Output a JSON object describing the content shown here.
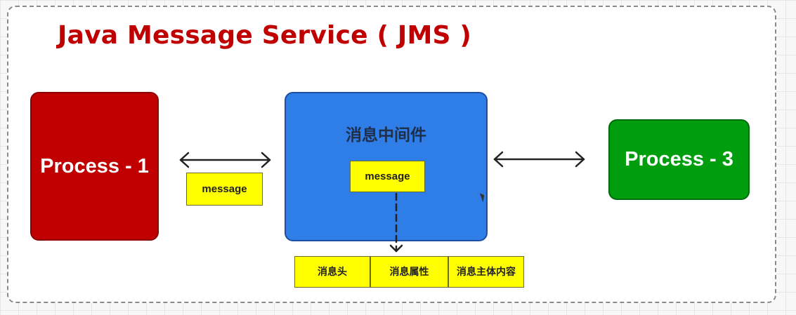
{
  "title": "Java Message Service ( JMS )",
  "nodes": {
    "process_1": "Process - 1",
    "process_3": "Process - 3",
    "broker": "消息中间件"
  },
  "messages": {
    "left": "message",
    "center": "message"
  },
  "message_parts": [
    "消息头",
    "消息属性",
    "消息主体内容"
  ],
  "colors": {
    "title": "#c00000",
    "process_1": "#c00000",
    "process_3": "#009e0f",
    "broker": "#2f7de6",
    "message": "#ffff00"
  }
}
